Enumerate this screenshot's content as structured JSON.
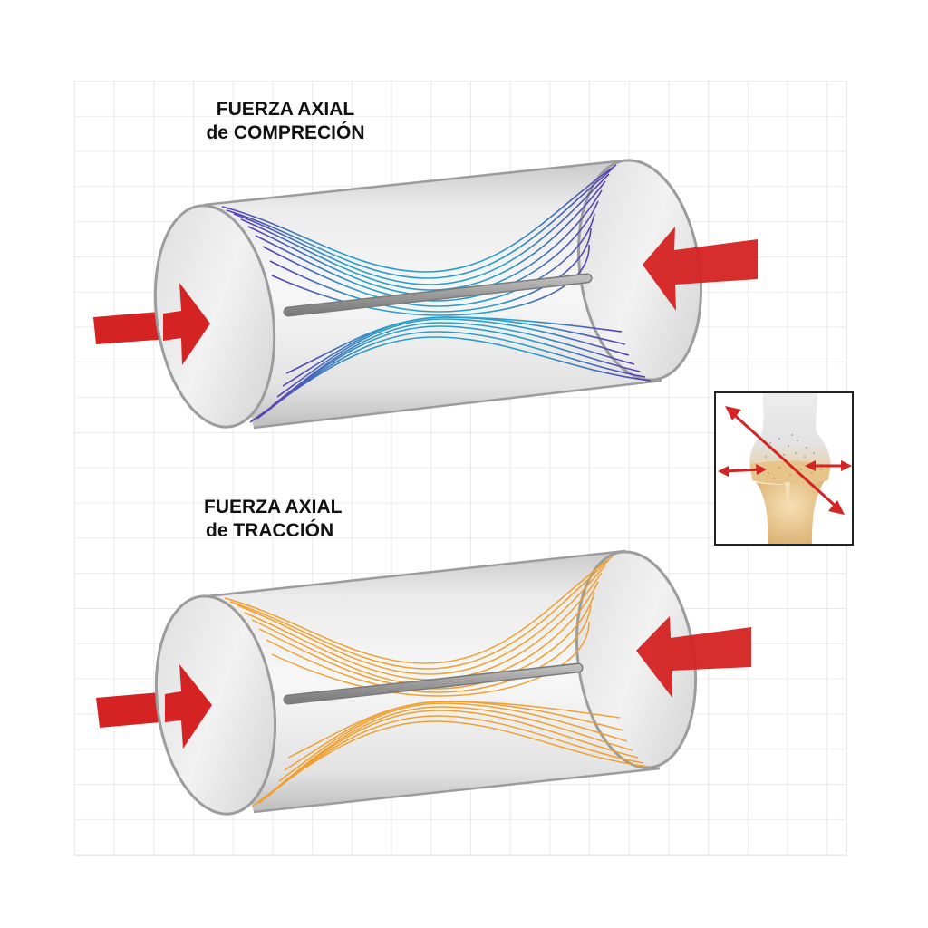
{
  "diagram": {
    "top_panel": {
      "title_line1": "FUERZA AXIAL",
      "title_line2": "de COMPRECIÓN",
      "fiber_color_inner": "#2aa3c9",
      "fiber_color_outer": "#5b3fb0",
      "arrow_color": "#d42424"
    },
    "bottom_panel": {
      "title_line1": "FUERZA AXIAL",
      "title_line2": "de TRACCIÓN",
      "fiber_color": "#f0a030",
      "arrow_color": "#d42424"
    },
    "inset": {
      "subject": "bone-epiphysis",
      "arrow_color": "#d42424",
      "bone_color": "#e8c48a"
    },
    "grid": {
      "line_color": "#e6e6e6",
      "background": "#ffffff"
    }
  }
}
